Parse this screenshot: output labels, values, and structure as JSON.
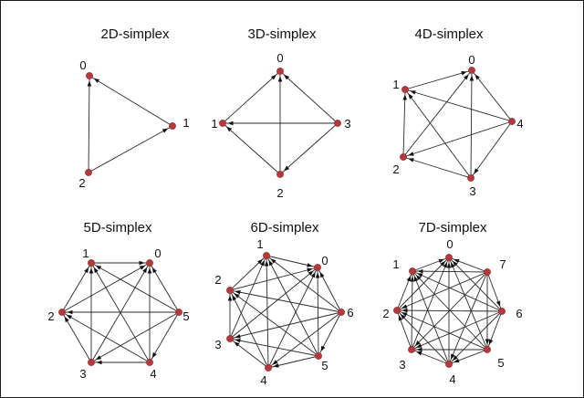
{
  "panels": [
    {
      "title": "2D-simplex",
      "labels": [
        "0",
        "1",
        "2"
      ]
    },
    {
      "title": "3D-simplex",
      "labels": [
        "0",
        "1",
        "2",
        "3"
      ]
    },
    {
      "title": "4D-simplex",
      "labels": [
        "0",
        "1",
        "2",
        "3",
        "4"
      ]
    },
    {
      "title": "5D-simplex",
      "labels": [
        "0",
        "1",
        "2",
        "3",
        "4",
        "5"
      ]
    },
    {
      "title": "6D-simplex",
      "labels": [
        "0",
        "1",
        "2",
        "3",
        "4",
        "5",
        "6"
      ]
    },
    {
      "title": "7D-simplex",
      "labels": [
        "0",
        "1",
        "2",
        "3",
        "4",
        "5",
        "6",
        "7"
      ]
    }
  ],
  "colors": {
    "node": "#b5393c",
    "edge": "#2a2a2a",
    "arrow": "#111111"
  }
}
